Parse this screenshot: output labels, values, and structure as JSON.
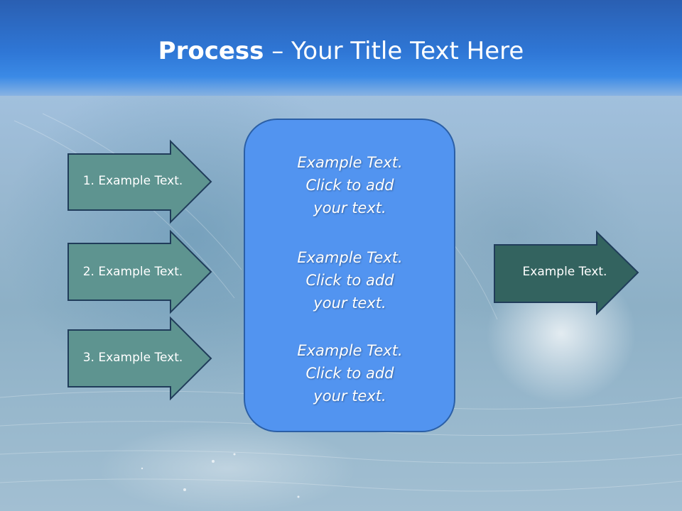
{
  "title": {
    "bold": "Process",
    "dash": " – ",
    "rest": "Your Title Text Here"
  },
  "inputs": [
    {
      "label": "1. Example Text."
    },
    {
      "label": "2. Example Text."
    },
    {
      "label": "3. Example Text."
    }
  ],
  "panel": {
    "blocks": [
      {
        "lines": [
          "Example Text.",
          "Click  to add",
          "your text."
        ]
      },
      {
        "lines": [
          "Example Text.",
          "Click  to add",
          "your text."
        ]
      },
      {
        "lines": [
          "Example Text.",
          "Click  to add",
          "your text."
        ]
      }
    ]
  },
  "output": {
    "label": "Example Text."
  },
  "colors": {
    "header": "#2f77d6",
    "arrow_fill": "#5e9490",
    "output_arrow_fill": "#33635f",
    "panel_fill": "#5294f0",
    "outline": "#203c5a"
  }
}
